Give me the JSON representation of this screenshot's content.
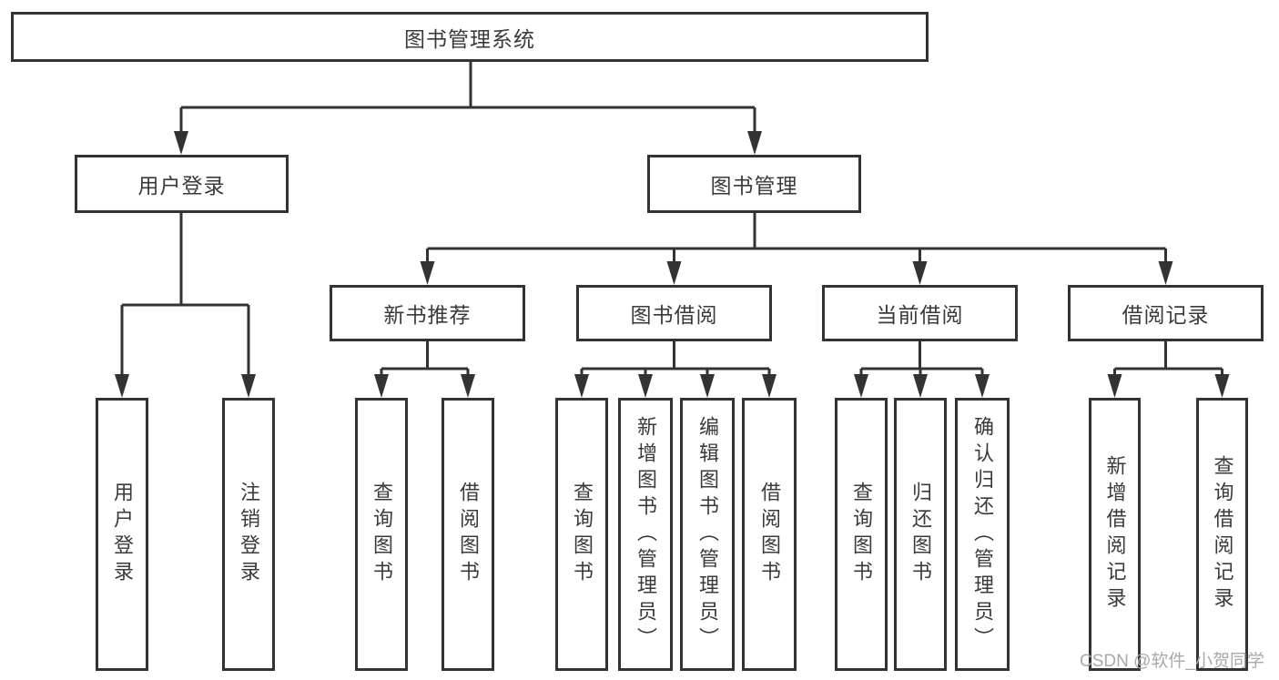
{
  "tree": {
    "label": "图书管理系统",
    "children": [
      {
        "label": "用户登录",
        "children": [
          {
            "label": "用户登录"
          },
          {
            "label": "注销登录"
          }
        ]
      },
      {
        "label": "图书管理",
        "children": [
          {
            "label": "新书推荐",
            "children": [
              {
                "label": "查询图书"
              },
              {
                "label": "借阅图书"
              }
            ]
          },
          {
            "label": "图书借阅",
            "children": [
              {
                "label": "查询图书"
              },
              {
                "label": "新增图书（管理员）"
              },
              {
                "label": "编辑图书（管理员）"
              },
              {
                "label": "借阅图书"
              }
            ]
          },
          {
            "label": "当前借阅",
            "children": [
              {
                "label": "查询图书"
              },
              {
                "label": "归还图书"
              },
              {
                "label": "确认归还（管理员）"
              }
            ]
          },
          {
            "label": "借阅记录",
            "children": [
              {
                "label": "新增借阅记录"
              },
              {
                "label": "查询借阅记录"
              }
            ]
          }
        ]
      }
    ]
  },
  "colors": {
    "line": "#333333",
    "text": "#3a3a3a",
    "box_background": "#ffffff",
    "watermark": "#a9a9a9"
  },
  "watermark": {
    "text": "CSDN @软件_小贺同学"
  }
}
